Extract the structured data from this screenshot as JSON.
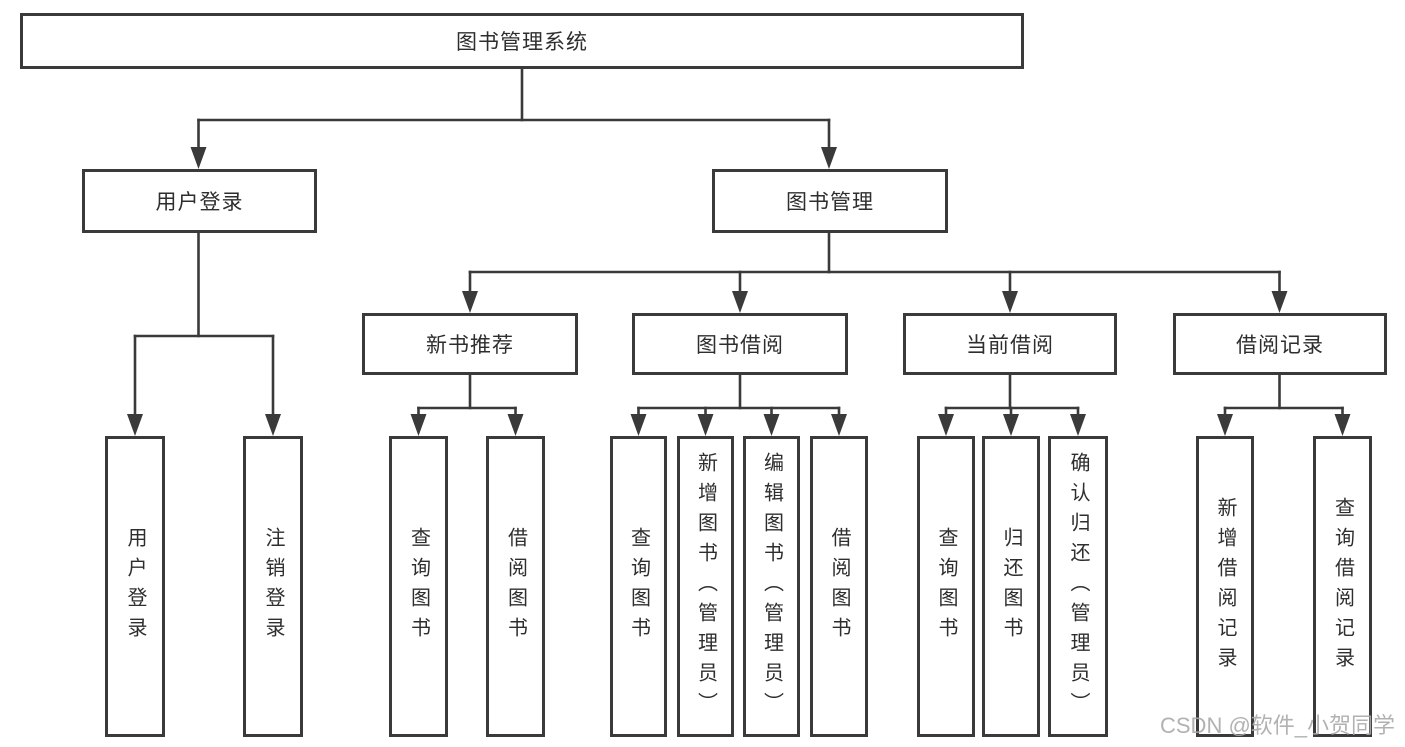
{
  "tree": {
    "root": {
      "label": "图书管理系统",
      "children": [
        {
          "label": "用户登录",
          "children": [
            {
              "label": "用户登录"
            },
            {
              "label": "注销登录"
            }
          ]
        },
        {
          "label": "图书管理",
          "children": [
            {
              "label": "新书推荐",
              "children": [
                {
                  "label": "查询图书"
                },
                {
                  "label": "借阅图书"
                }
              ]
            },
            {
              "label": "图书借阅",
              "children": [
                {
                  "label": "查询图书"
                },
                {
                  "label": "新增图书（管理员）"
                },
                {
                  "label": "编辑图书（管理员）"
                },
                {
                  "label": "借阅图书"
                }
              ]
            },
            {
              "label": "当前借阅",
              "children": [
                {
                  "label": "查询图书"
                },
                {
                  "label": "归还图书"
                },
                {
                  "label": "确认归还（管理员）"
                }
              ]
            },
            {
              "label": "借阅记录",
              "children": [
                {
                  "label": "新增借阅记录"
                },
                {
                  "label": "查询借阅记录"
                }
              ]
            }
          ]
        }
      ]
    }
  },
  "watermark": {
    "text": "CSDN @软件_小贺同学"
  },
  "colors": {
    "line": "#3a3a3a",
    "box_border": "#3a3a3a",
    "box_fill": "#ffffff",
    "text": "#2e2e2e",
    "watermark": "#aaaaaa",
    "background": "#ffffff"
  }
}
